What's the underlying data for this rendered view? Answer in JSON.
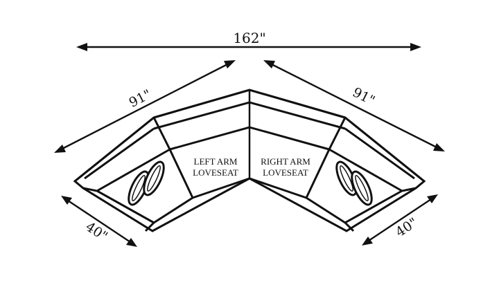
{
  "dimensions": {
    "overall_width": "162\"",
    "left_diagonal": "91\"",
    "right_diagonal": "91\"",
    "left_depth": "40\"",
    "right_depth": "40\""
  },
  "sections": {
    "left": {
      "line1": "LEFT ARM",
      "line2": "LOVESEAT"
    },
    "right": {
      "line1": "RIGHT ARM",
      "line2": "LOVESEAT"
    }
  },
  "colors": {
    "stroke": "#111111",
    "fill": "#ebebeb",
    "background": "#ffffff"
  }
}
